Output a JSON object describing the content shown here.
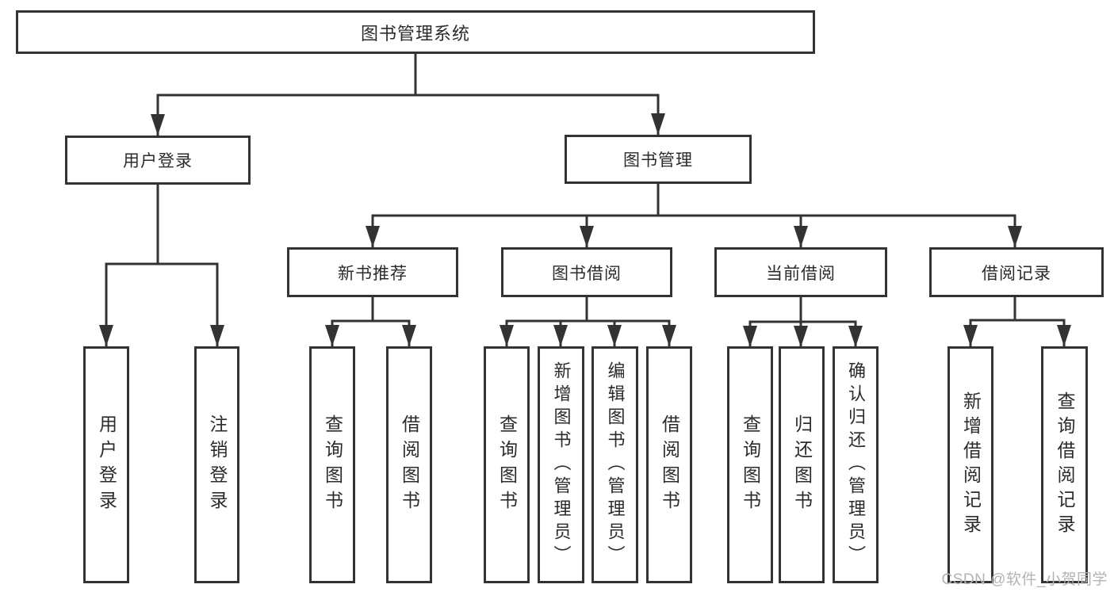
{
  "diagram": {
    "root": {
      "label": "图书管理系统"
    },
    "level2": [
      {
        "label": "用户登录",
        "children": [
          {
            "label": "用户登录"
          },
          {
            "label": "注销登录"
          }
        ]
      },
      {
        "label": "图书管理",
        "children": [
          {
            "label": "新书推荐",
            "children": [
              {
                "label": "查询图书"
              },
              {
                "label": "借阅图书"
              }
            ]
          },
          {
            "label": "图书借阅",
            "children": [
              {
                "label": "查询图书"
              },
              {
                "label": "新增图书（管理员）"
              },
              {
                "label": "编辑图书（管理员）"
              },
              {
                "label": "借阅图书"
              }
            ]
          },
          {
            "label": "当前借阅",
            "children": [
              {
                "label": "查询图书"
              },
              {
                "label": "归还图书"
              },
              {
                "label": "确认归还（管理员）"
              }
            ]
          },
          {
            "label": "借阅记录",
            "children": [
              {
                "label": "新增借阅记录"
              },
              {
                "label": "查询借阅记录"
              }
            ]
          }
        ]
      }
    ]
  },
  "watermark": {
    "text": "CSDN @软件_小贺同学"
  },
  "colors": {
    "line": "#333333",
    "text": "#2b2b2b",
    "watermark": "#b3b3b3",
    "background": "#ffffff"
  }
}
